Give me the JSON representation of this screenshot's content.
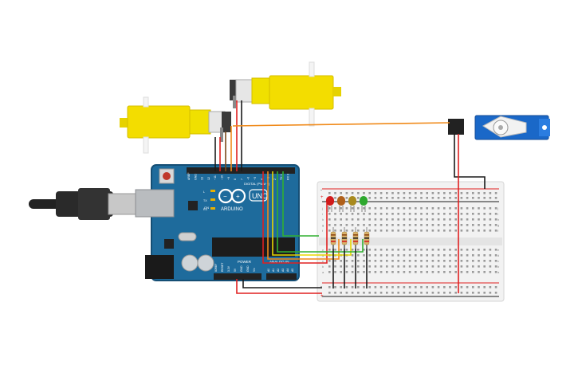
{
  "arduino": {
    "brand": "ARDUINO",
    "model": "UNO",
    "digital_label": "DIGITAL (PWM ~)",
    "power_label": "POWER",
    "analog_label": "ANALOG IN",
    "digital_pins": [
      "AREF",
      "GND",
      "13",
      "12",
      "~11",
      "~10",
      "~9",
      "8",
      "7",
      "~6",
      "~5",
      "4",
      "~3",
      "2",
      "TX 1",
      "RX 0"
    ],
    "power_pins": [
      "IOREF",
      "RESET",
      "3.3V",
      "5V",
      "GND",
      "GND",
      "Vin"
    ],
    "analog_pins": [
      "A0",
      "A1",
      "A2",
      "A3",
      "A4",
      "A5"
    ],
    "led_labels": [
      "L",
      "TX",
      "RX"
    ],
    "on_label": "ON"
  },
  "breadboard": {
    "row_letters_top": [
      "j",
      "i",
      "h",
      "g",
      "f"
    ],
    "row_letters_bottom": [
      "e",
      "d",
      "c",
      "b",
      "a"
    ],
    "plus_sign": "+",
    "minus_sign": "-"
  },
  "components": {
    "leds": [
      {
        "name": "red",
        "color": "#d11b1b"
      },
      {
        "name": "orange",
        "color": "#b0601a"
      },
      {
        "name": "yellow",
        "color": "#a88a1e"
      },
      {
        "name": "green",
        "color": "#2ea82e"
      }
    ],
    "wire_colors": {
      "red": "#e02020",
      "black": "#1a1a1a",
      "orange": "#f08a1a",
      "yellow": "#e8d800",
      "green": "#30b030",
      "brown": "#7a4a1a"
    }
  }
}
